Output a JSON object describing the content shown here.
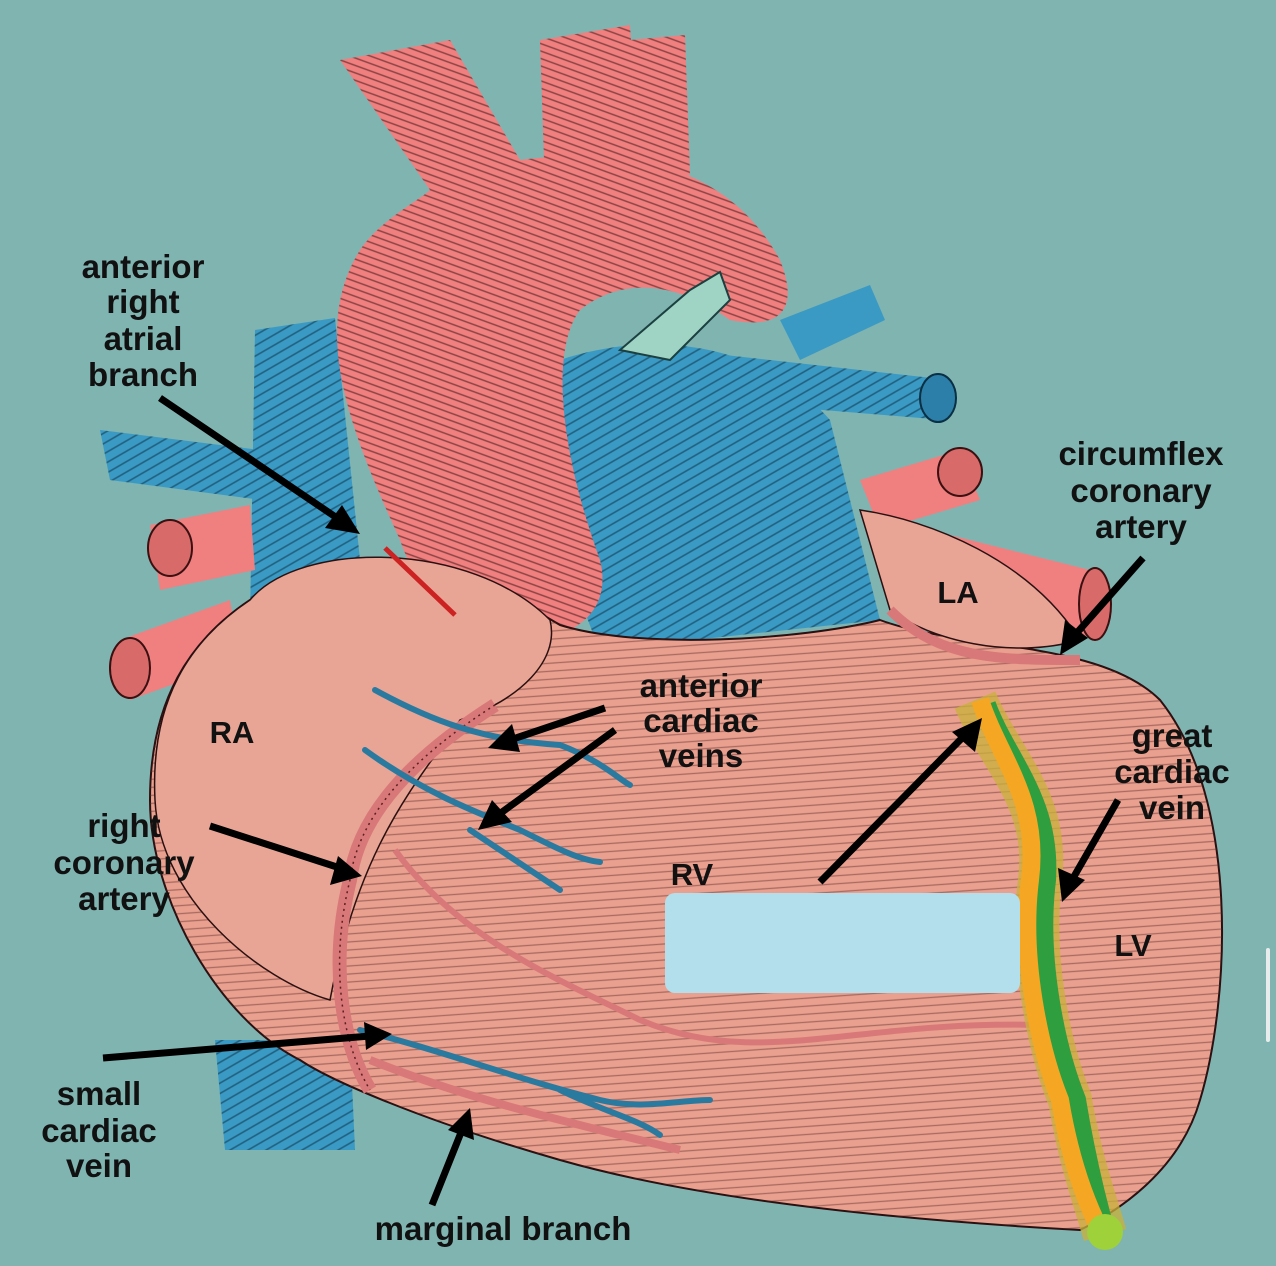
{
  "labels": {
    "anterior_right_atrial_branch": [
      "anterior",
      "right",
      "atrial",
      "branch"
    ],
    "circumflex_coronary_artery": [
      "circumflex",
      "coronary",
      "artery"
    ],
    "anterior_cardiac_veins": [
      "anterior",
      "cardiac",
      "veins"
    ],
    "great_cardiac_vein": [
      "great",
      "cardiac",
      "vein"
    ],
    "right_coronary_artery": [
      "right",
      "coronary",
      "artery"
    ],
    "small_cardiac_vein": [
      "small",
      "cardiac",
      "vein"
    ],
    "marginal_branch": "marginal branch"
  },
  "chambers": {
    "ra": "RA",
    "rv": "RV",
    "la": "LA",
    "lv": "LV"
  },
  "colors": {
    "background": "#7fb4b1",
    "aorta": "#f08080",
    "vein_blue": "#3a9ac4",
    "heart_tissue": "#e9a08f",
    "highlight_orange": "#f5a623",
    "highlight_green": "#2e9e3e",
    "answer_box": "#b3dfec"
  }
}
